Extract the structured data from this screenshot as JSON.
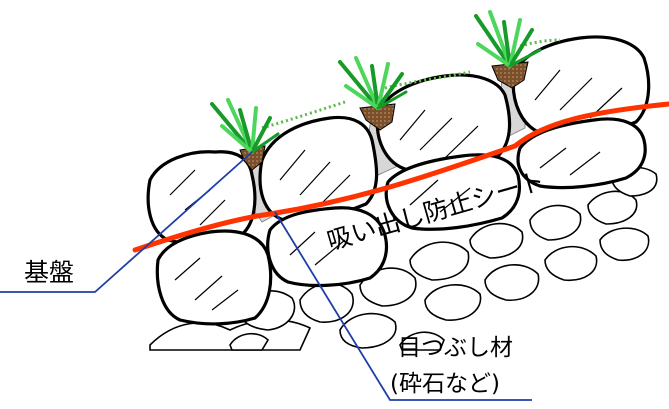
{
  "labels": {
    "sheet": "吸い出し防止シート",
    "base": "基盤",
    "filler_line1": "目つぶし材",
    "filler_line2": "(砕石など)"
  },
  "colors": {
    "background": "#ffffff",
    "stone_outline": "#000000",
    "sheet_line": "#ff3300",
    "leader_line": "#1f3fa8",
    "grass_dark": "#169a28",
    "grass_light": "#4dd65c",
    "soil": "#7a4f2c",
    "gravel": "#d7d7d7",
    "moss": "#5cb84a"
  },
  "icons": [
    "grass-tuft-icon",
    "stone-block-icon",
    "soil-patch-icon"
  ]
}
